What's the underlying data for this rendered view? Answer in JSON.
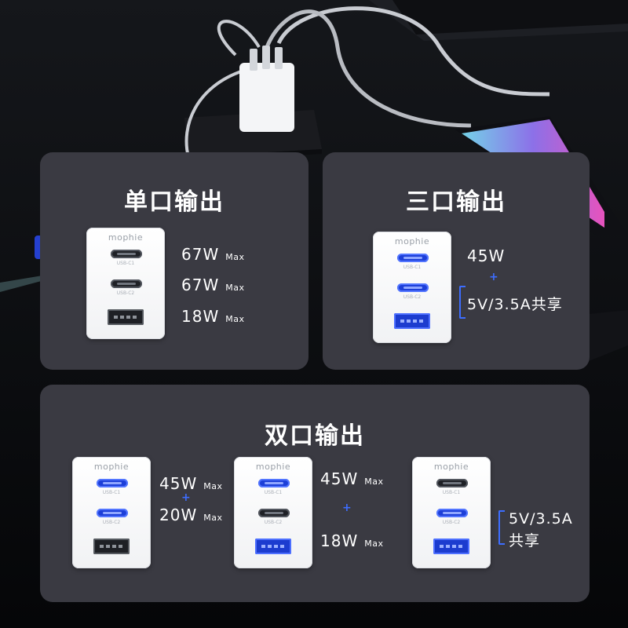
{
  "brand": "mophie",
  "port_labels": {
    "c1": "USB-C1",
    "c2": "USB-C2"
  },
  "colors": {
    "panel": "#3a3a42",
    "accent": "#3d6dff",
    "port_active": "#1d3fd8",
    "background": "#0b0c0f"
  },
  "single_port": {
    "title": "单口输出",
    "specs": [
      {
        "value": "67W",
        "suffix": "Max"
      },
      {
        "value": "67W",
        "suffix": "Max"
      },
      {
        "value": "18W",
        "suffix": "Max"
      }
    ]
  },
  "triple_port": {
    "title": "三口输出",
    "spec_top": "45W",
    "plus": "+",
    "shared": "5V/3.5A共享"
  },
  "dual_port": {
    "title": "双口输出",
    "config_a": {
      "top": "45W",
      "top_suffix": "Max",
      "plus": "+",
      "bottom": "20W",
      "bottom_suffix": "Max"
    },
    "config_b": {
      "top": "45W",
      "top_suffix": "Max",
      "plus": "+",
      "bottom": "18W",
      "bottom_suffix": "Max"
    },
    "config_c": {
      "line1": "5V/3.5A",
      "line2": "共享"
    }
  }
}
